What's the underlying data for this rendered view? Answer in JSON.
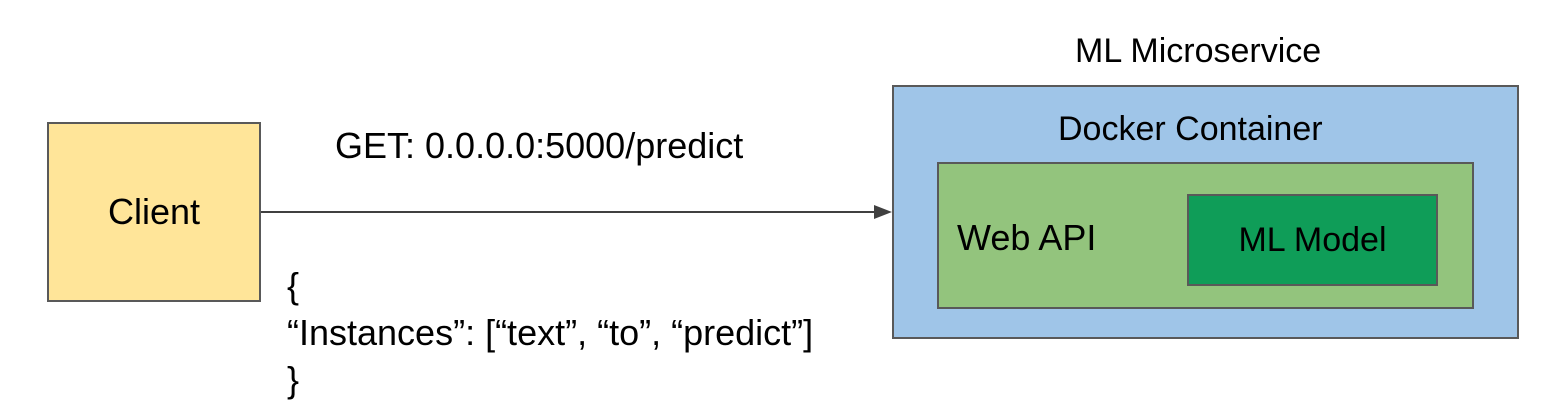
{
  "client": {
    "label": "Client"
  },
  "request": {
    "text": "GET: 0.0.0.0:5000/predict"
  },
  "payload": {
    "open": "{",
    "body": "“Instances”: [“text”, “to”, “predict”]",
    "close": "}"
  },
  "service": {
    "title": "ML Microservice",
    "container_label": "Docker Container",
    "api_label": "Web API",
    "model_label": "ML Model"
  },
  "colors": {
    "client_fill": "#ffe599",
    "container_fill": "#9fc5e8",
    "api_fill": "#93c47d",
    "model_fill": "#0f9d58",
    "border": "#595959",
    "arrow": "#404040"
  }
}
